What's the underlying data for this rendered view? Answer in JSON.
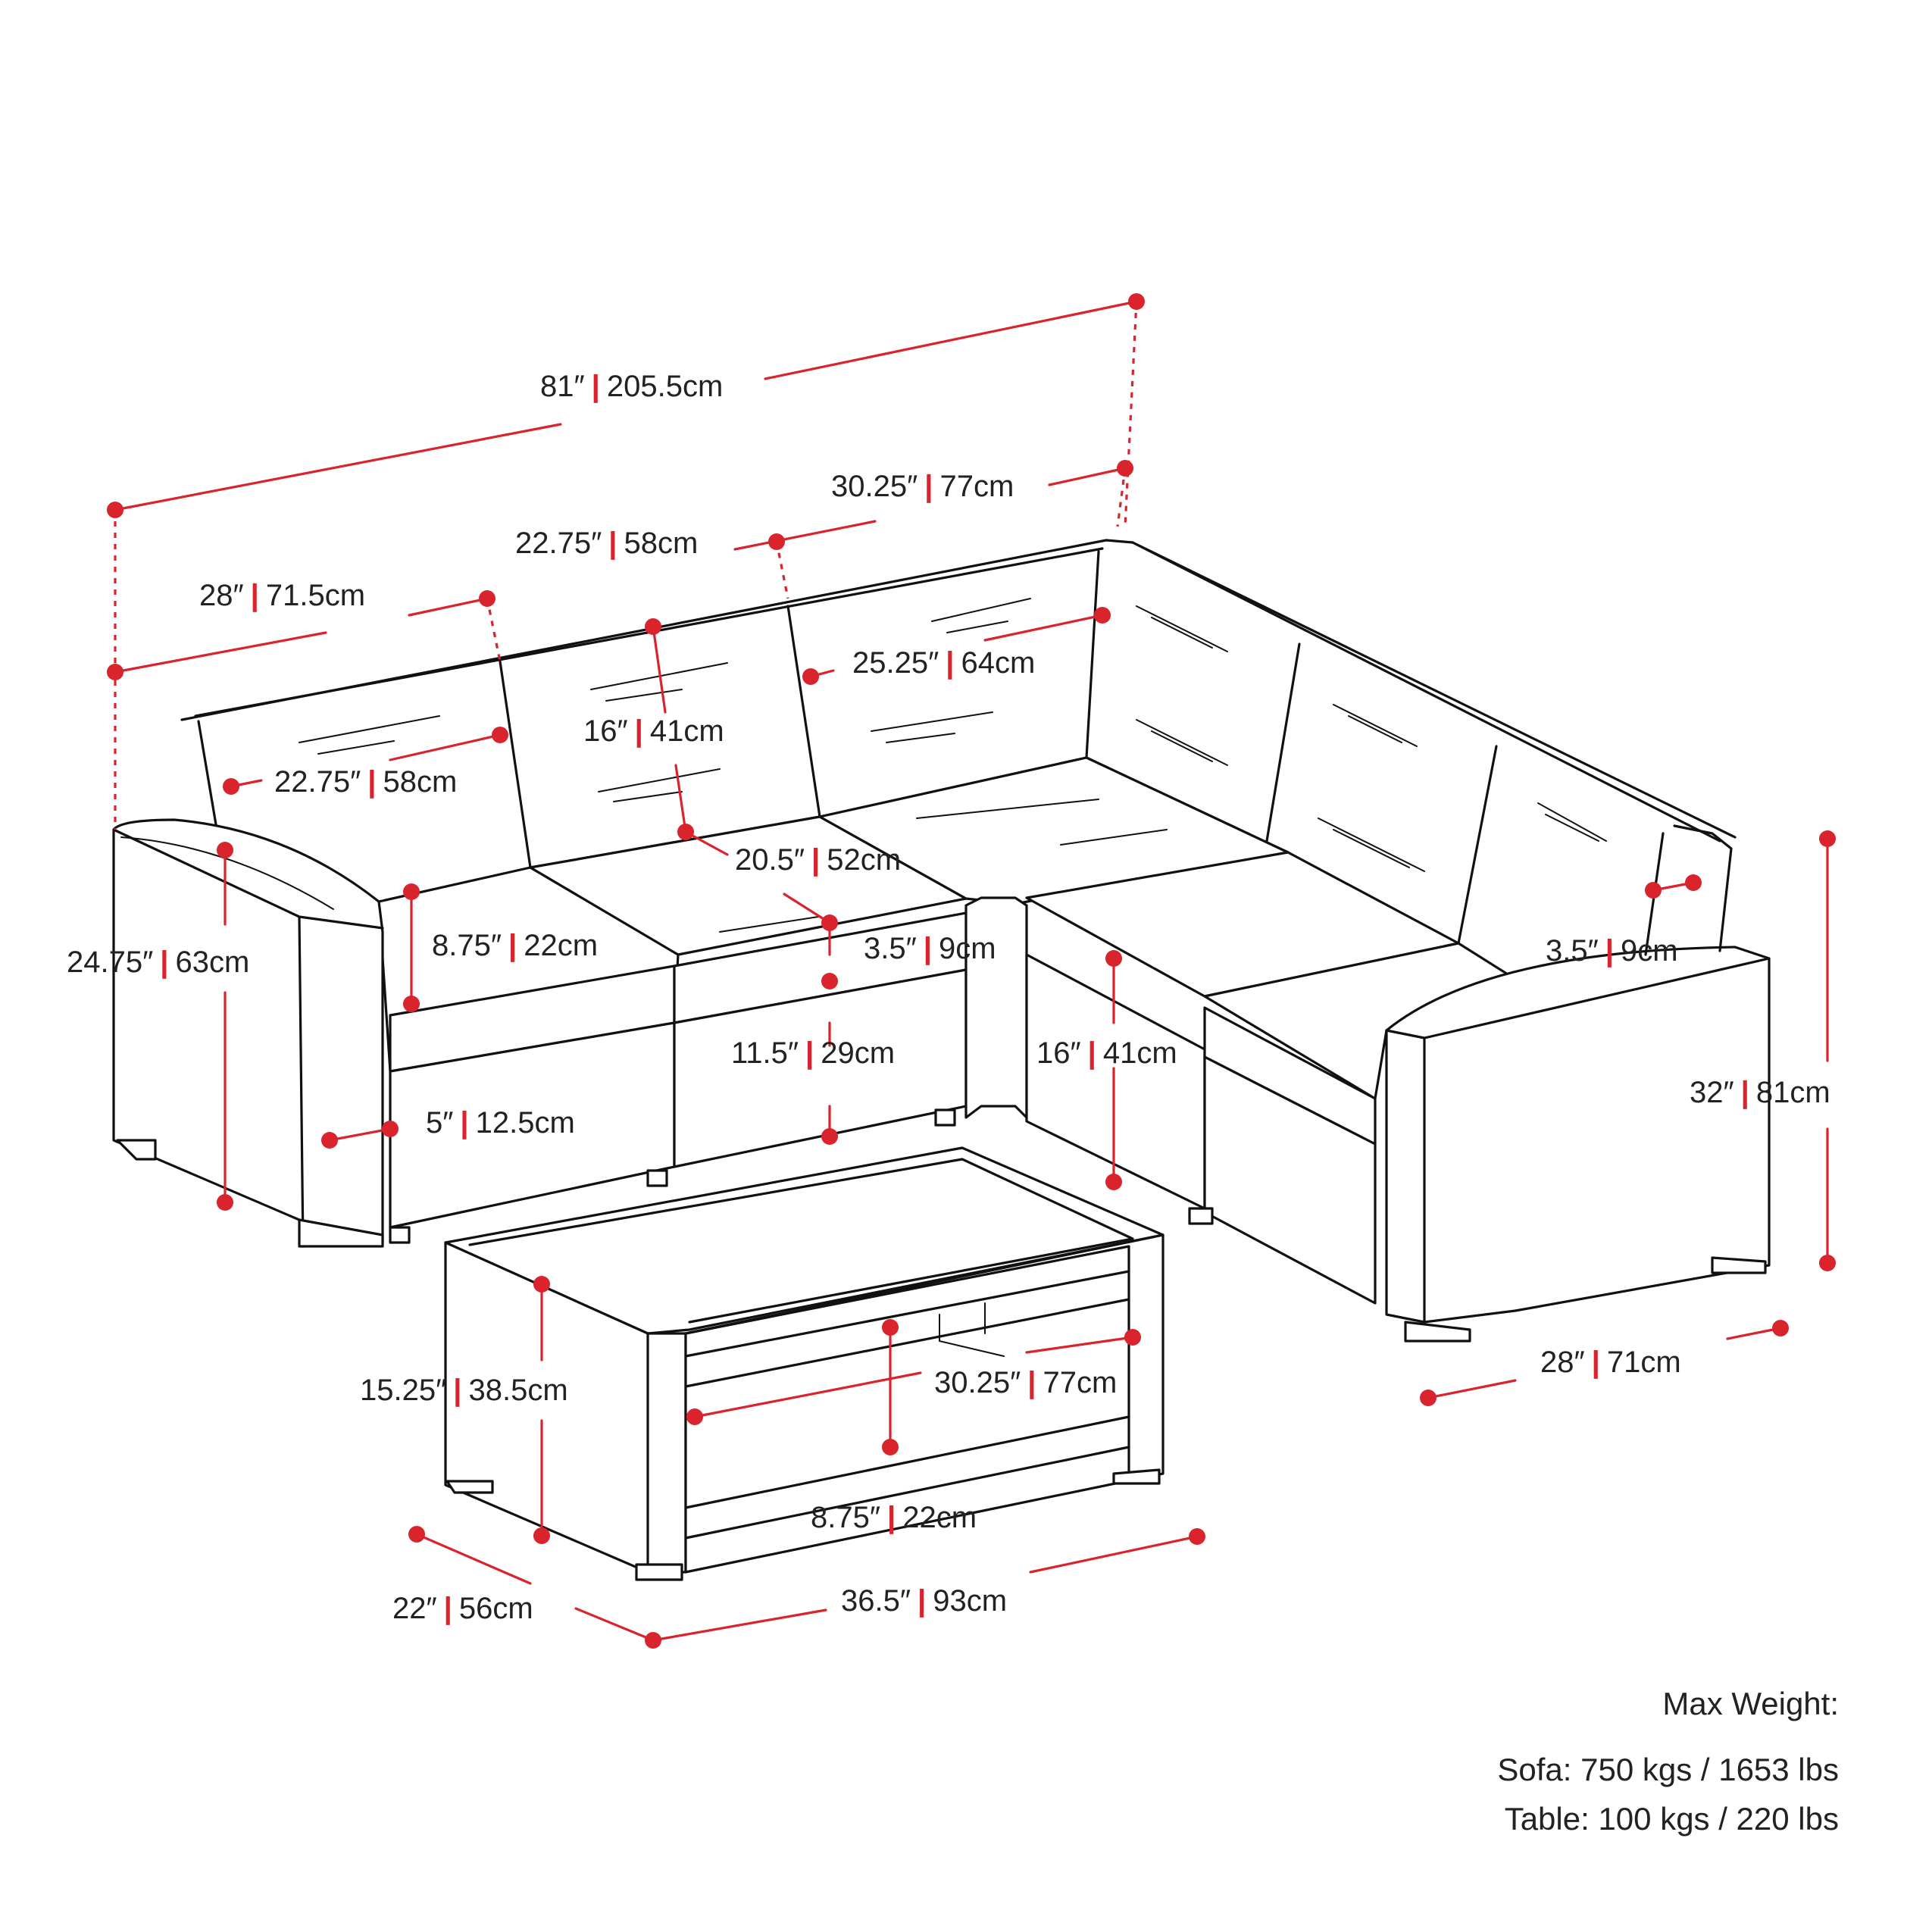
{
  "accent_color": "#d9232d",
  "line_color": "#111111",
  "dimensions": {
    "overall_width": {
      "imperial": "81″",
      "metric": "205.5cm"
    },
    "corner_section_top": {
      "imperial": "30.25″",
      "metric": "77cm"
    },
    "middle_width": {
      "imperial": "22.75″",
      "metric": "58cm"
    },
    "arm_section_width": {
      "imperial": "28″",
      "metric": "71.5cm"
    },
    "corner_back_depth": {
      "imperial": "25.25″",
      "metric": "64cm"
    },
    "back_cushion_height": {
      "imperial": "16″",
      "metric": "41cm"
    },
    "seat_width": {
      "imperial": "22.75″",
      "metric": "58cm"
    },
    "seat_depth": {
      "imperial": "20.5″",
      "metric": "52cm"
    },
    "arm_height": {
      "imperial": "24.75″",
      "metric": "63cm"
    },
    "cushion_thickness": {
      "imperial": "8.75″",
      "metric": "22cm"
    },
    "corner_gap": {
      "imperial": "3.5″",
      "metric": "9cm"
    },
    "arm_thickness": {
      "imperial": "3.5″",
      "metric": "9cm"
    },
    "seat_height": {
      "imperial": "11.5″",
      "metric": "29cm"
    },
    "front_seat_height": {
      "imperial": "16″",
      "metric": "41cm"
    },
    "leg_height": {
      "imperial": "5″",
      "metric": "12.5cm"
    },
    "overall_height": {
      "imperial": "32″",
      "metric": "81cm"
    },
    "right_depth": {
      "imperial": "28″",
      "metric": "71cm"
    },
    "table_height": {
      "imperial": "15.25″",
      "metric": "38.5cm"
    },
    "table_inner_width": {
      "imperial": "30.25″",
      "metric": "77cm"
    },
    "table_shelf_height": {
      "imperial": "8.75″",
      "metric": "22cm"
    },
    "table_depth": {
      "imperial": "22″",
      "metric": "56cm"
    },
    "table_width": {
      "imperial": "36.5″",
      "metric": "93cm"
    }
  },
  "max_weight": {
    "title": "Max Weight:",
    "sofa": "Sofa: 750 kgs / 1653 lbs",
    "table": "Table: 100 kgs / 220 lbs"
  }
}
